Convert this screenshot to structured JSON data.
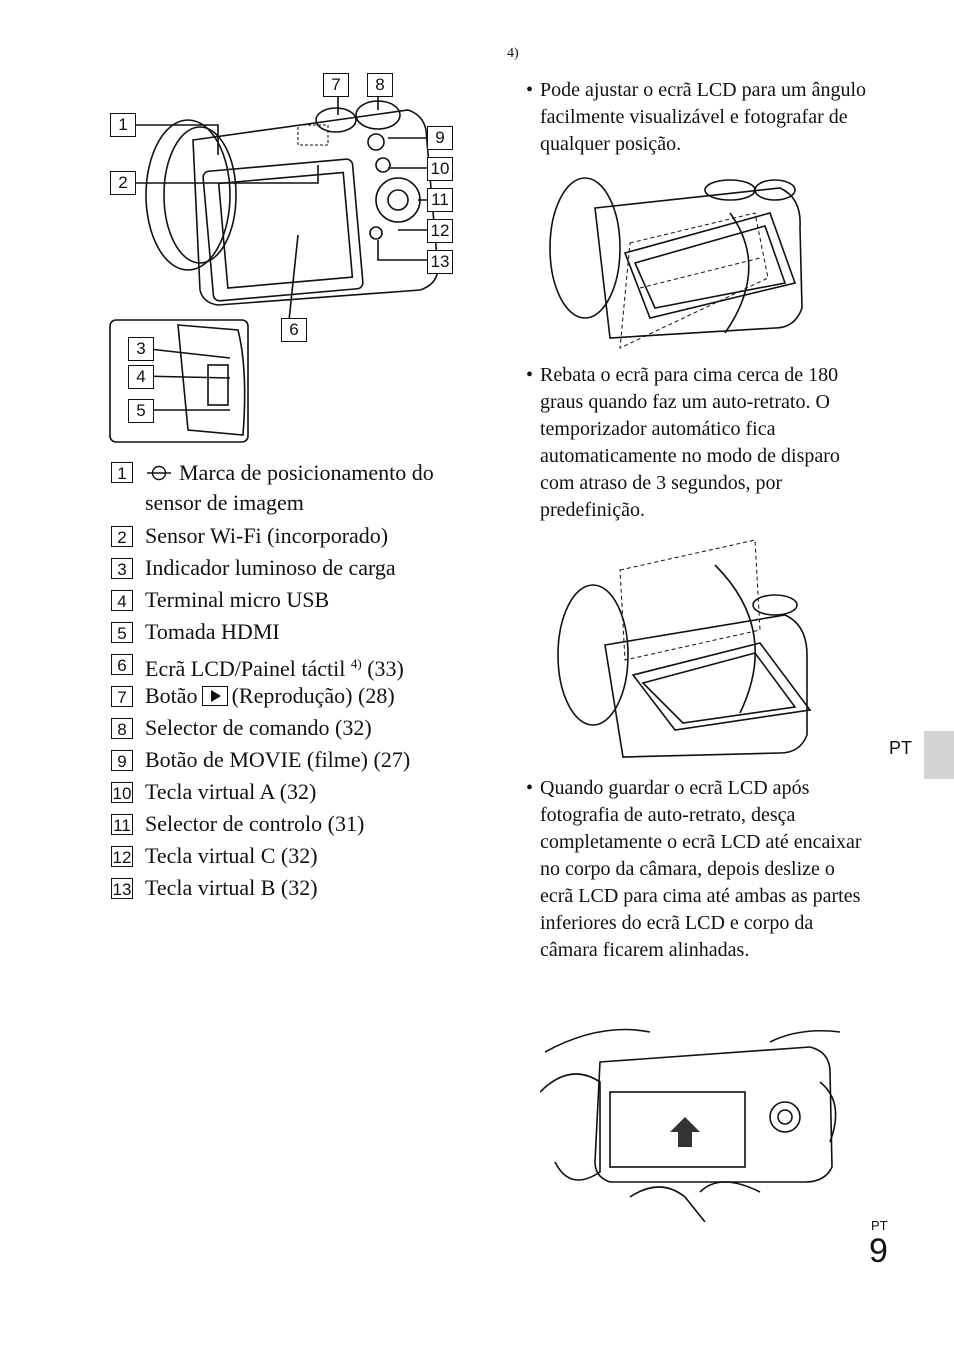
{
  "footnote_mark": "4)",
  "bullets": [
    {
      "dot": "•",
      "text": "Pode ajustar o ecrã LCD para um ângulo facilmente visualizável e fotografar de qualquer posição."
    },
    {
      "dot": "•",
      "text": "Rebata o ecrã para cima cerca de 180 graus quando faz um auto-retrato. O temporizador automático fica automaticamente no modo de disparo com atraso de 3 segundos, por predefinição."
    },
    {
      "dot": "•",
      "text": "Quando guardar o ecrã LCD após fotografia de auto-retrato, desça completamente o ecrã LCD até encaixar no corpo da câmara, depois deslize o ecrã LCD para cima até ambas as partes inferiores do ecrã LCD e corpo da câmara ficarem alinhadas."
    }
  ],
  "items": [
    {
      "num": "1",
      "text": "Marca de posicionamento do sensor de imagem"
    },
    {
      "num": "2",
      "text": "Sensor Wi-Fi (incorporado)"
    },
    {
      "num": "3",
      "text": "Indicador luminoso de carga"
    },
    {
      "num": "4",
      "text": "Terminal micro USB"
    },
    {
      "num": "5",
      "text": "Tomada HDMI"
    },
    {
      "num": "6",
      "text": "Ecrã LCD/Painel táctil",
      "sup": "4)",
      "after": "(33)"
    },
    {
      "num": "7",
      "text": "Botão",
      "after": "(Reprodução) (28)"
    },
    {
      "num": "8",
      "text": "Selector de comando (32)"
    },
    {
      "num": "9",
      "text": "Botão de MOVIE (filme) (27)"
    },
    {
      "num": "10",
      "text": "Tecla virtual A (32)"
    },
    {
      "num": "11",
      "text": "Selector de controlo (31)"
    },
    {
      "num": "12",
      "text": "Tecla virtual C (32)"
    },
    {
      "num": "13",
      "text": "Tecla virtual B (32)"
    }
  ],
  "figure_labels": [
    "1",
    "2",
    "3",
    "4",
    "5",
    "6",
    "7",
    "8",
    "9",
    "10",
    "11",
    "12",
    "13"
  ],
  "side_tab": "PT",
  "page_lang": "PT",
  "page_number": "9"
}
